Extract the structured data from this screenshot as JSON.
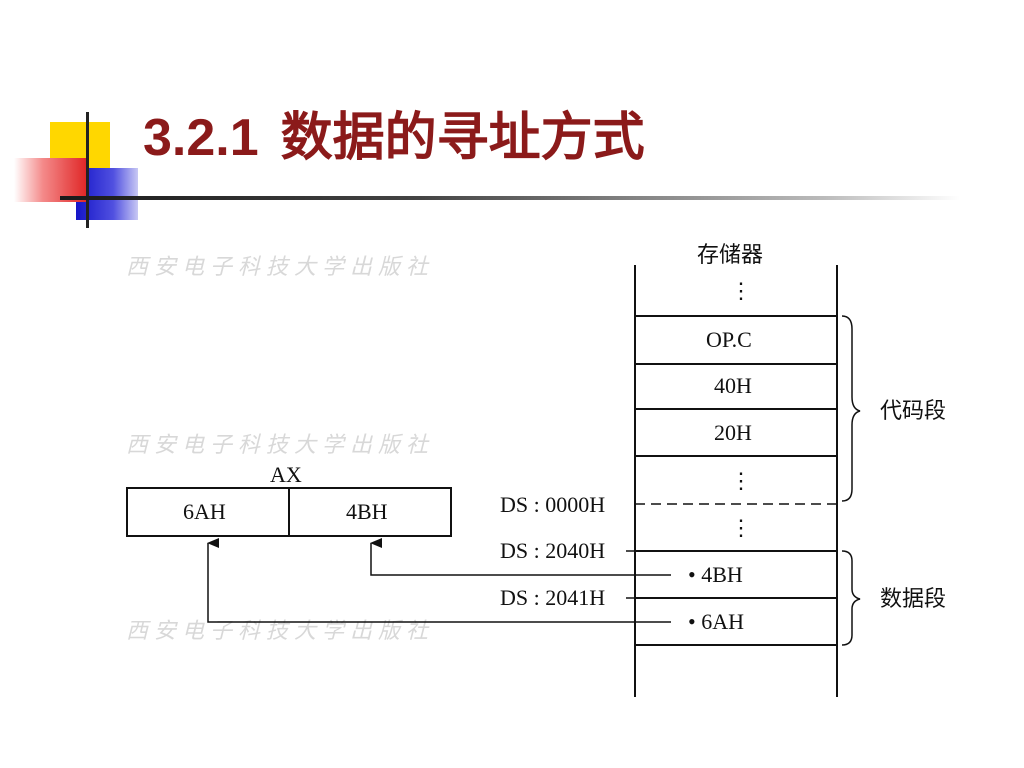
{
  "slide": {
    "title_number": "3.2.1",
    "title_text": "数据的寻址方式"
  },
  "diagram": {
    "register_name": "AX",
    "register_high": "6AH",
    "register_low": "4BH",
    "memory_title": "存储器",
    "ellipsis": "⋮",
    "memory_cells": [
      "OP.C",
      "40H",
      "20H"
    ],
    "data_cells": [
      "• 4BH",
      "• 6AH"
    ],
    "address_ds0000": "DS : 0000H",
    "address_ds2040": "DS : 2040H",
    "address_ds2041": "DS : 2041H",
    "code_segment_label": "代码段",
    "data_segment_label": "数据段",
    "watermark": "西安电子科技大学出版社"
  },
  "colors": {
    "title": "#8b1a1a",
    "deco_yellow": "#ffd700",
    "deco_blue": "#2a2ad0",
    "deco_red": "#e83a3a"
  }
}
